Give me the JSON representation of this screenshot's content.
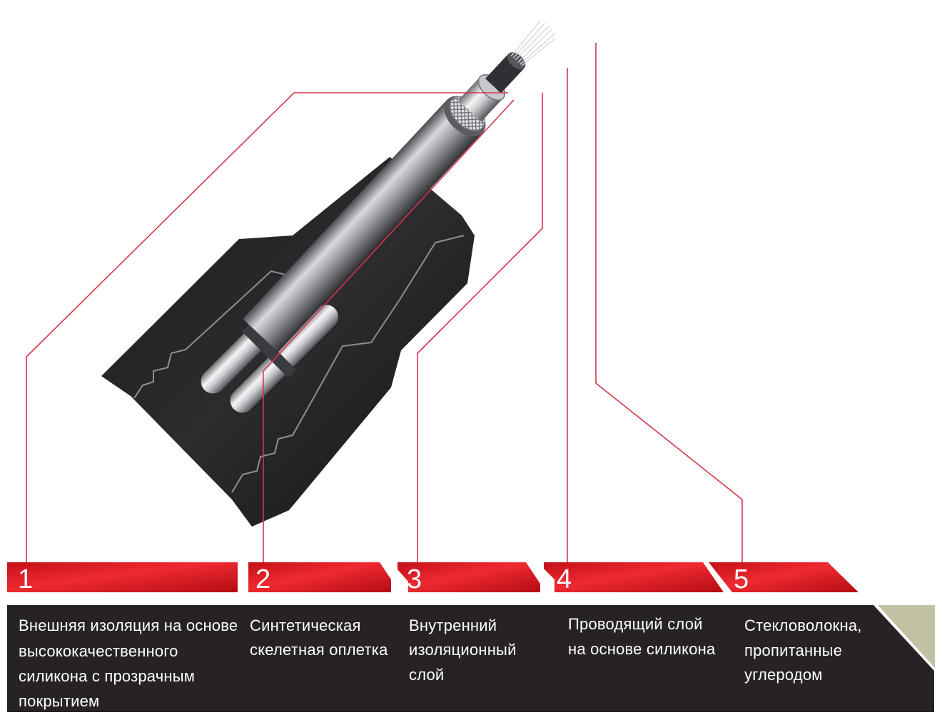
{
  "accent_color": "#d9161f",
  "panel_color": "#272324",
  "corner_color": "#c3c1a4",
  "layers": [
    {
      "number": "1",
      "lines": [
        "Внешняя изоляция на основе",
        "высококачественного",
        "силикона с прозрачным",
        "покрытием"
      ]
    },
    {
      "number": "2",
      "lines": [
        "Синтетическая",
        "скелетная оплетка"
      ]
    },
    {
      "number": "3",
      "lines": [
        "Внутренний",
        "изоляционный",
        "слой"
      ]
    },
    {
      "number": "4",
      "lines": [
        "Проводящий слой",
        "на основе силикона"
      ]
    },
    {
      "number": "5",
      "lines": [
        "Стекловолокна,",
        "пропитанные",
        "углеродом"
      ]
    }
  ]
}
